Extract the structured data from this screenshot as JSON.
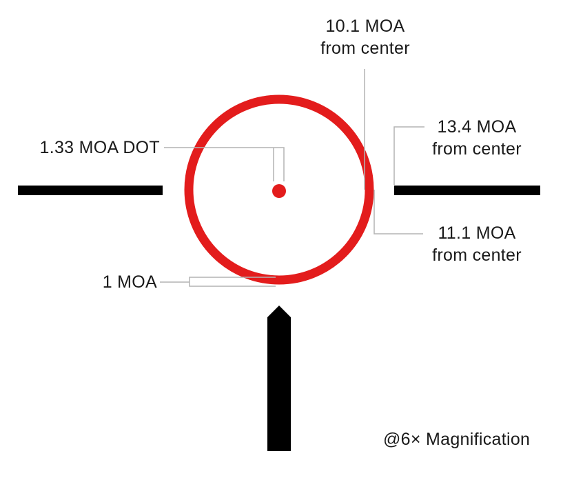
{
  "labels": {
    "top_line1": "10.1 MOA",
    "top_line2": "from center",
    "right_upper_line1": "13.4 MOA",
    "right_upper_line2": "from center",
    "right_lower_line1": "11.1 MOA",
    "right_lower_line2": "from center",
    "dot": "1.33 MOA DOT",
    "ring_thickness": "1 MOA",
    "magnification": "@6× Magnification"
  },
  "reticle": {
    "ring_color": "#e31c1c",
    "dot_color": "#e31c1c",
    "post_color": "#000000",
    "leader_color": "#b3b3b3"
  }
}
